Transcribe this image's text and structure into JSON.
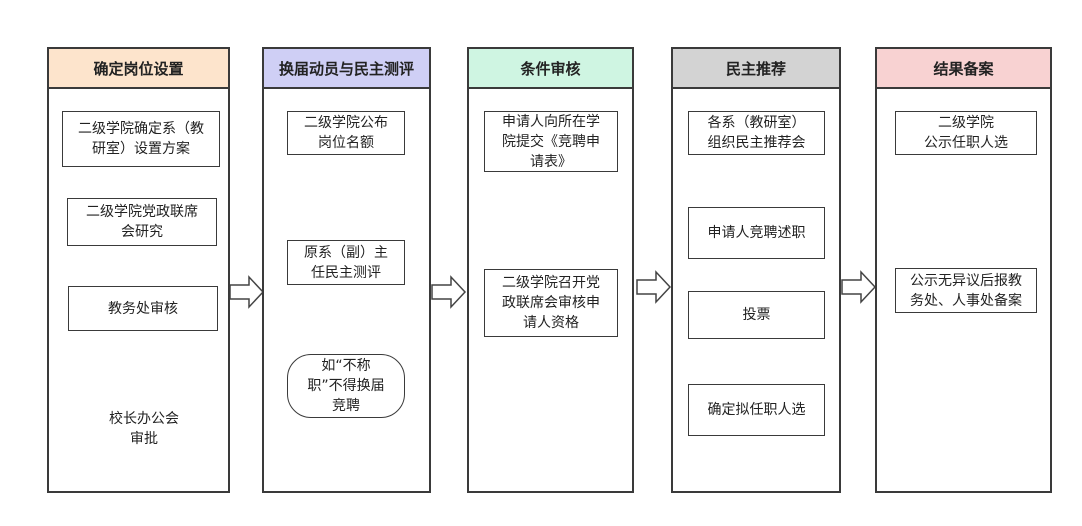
{
  "columns": [
    {
      "title": "确定岗位设置",
      "header_color": "#fde4cc",
      "nodes": [
        "二级学院确定系（教\n研室）设置方案",
        "二级学院党政联席\n会研究",
        "教务处审核",
        "校长办公会\n审批"
      ]
    },
    {
      "title": "换届动员与民主测评",
      "header_color": "#cfcff5",
      "nodes": [
        "二级学院公布\n岗位名额",
        "原系（副）主\n任民主测评",
        "如“不称\n职”不得换届\n竞聘"
      ]
    },
    {
      "title": "条件审核",
      "header_color": "#cff5e2",
      "nodes": [
        "申请人向所在学\n院提交《竞聘申\n请表》",
        "二级学院召开党\n政联席会审核申\n请人资格"
      ]
    },
    {
      "title": "民主推荐",
      "header_color": "#d3d3d3",
      "nodes": [
        "各系（教研室）\n组织民主推荐会",
        "申请人竞聘述职",
        "投票",
        "确定拟任职人选"
      ]
    },
    {
      "title": "结果备案",
      "header_color": "#f8d2d2",
      "nodes": [
        "二级学院\n公示任职人选",
        "公示无异议后报教\n务处、人事处备案"
      ]
    }
  ]
}
